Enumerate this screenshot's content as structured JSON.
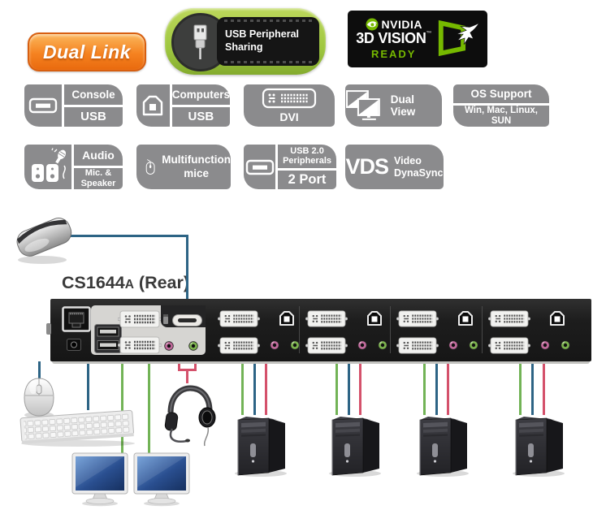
{
  "colors": {
    "dual-link-orange": "#F58220",
    "usb-sharing-green": "#9FC740",
    "nvidia-green": "#76B900",
    "badge-gray": "#8B8B8D",
    "cable-green": "#72B356",
    "cable-blue": "#2D6485",
    "cable-pink": "#D4516B",
    "jack-pink": "#C06A9B",
    "jack-green": "#7CB34E"
  },
  "top_badges": {
    "dual_link": {
      "label": "Dual Link"
    },
    "usb_peripheral_sharing": {
      "line1": "USB Peripheral",
      "line2": "Sharing"
    },
    "nvidia_3d_vision": {
      "brand": "NVIDIA",
      "product": "3D VISION",
      "trademark": "™",
      "status": "READY"
    }
  },
  "feature_badges": {
    "console": {
      "title": "Console",
      "subtitle": "USB"
    },
    "computers": {
      "title": "Computers",
      "subtitle": "USB"
    },
    "dvi": {
      "label": "DVI"
    },
    "dual_view": {
      "label": "Dual View"
    },
    "os_support": {
      "title": "OS Support",
      "subtitle": "Win, Mac, Linux, SUN"
    },
    "audio": {
      "title": "Audio",
      "subtitle": "Mic. & Speaker"
    },
    "multifunction_mice": {
      "line1": "Multifunction",
      "line2": "mice"
    },
    "usb_peripherals": {
      "title": "USB 2.0 Peripherals",
      "subtitle": "2 Port"
    },
    "video_dynasync": {
      "abbr": "VDS",
      "line1": "Video",
      "line2": "DynaSync"
    }
  },
  "diagram": {
    "device_label": {
      "model": "CS1644",
      "suffix": "A",
      "view": "(Rear)"
    },
    "counts": {
      "computers": 4,
      "monitors": 2
    }
  }
}
